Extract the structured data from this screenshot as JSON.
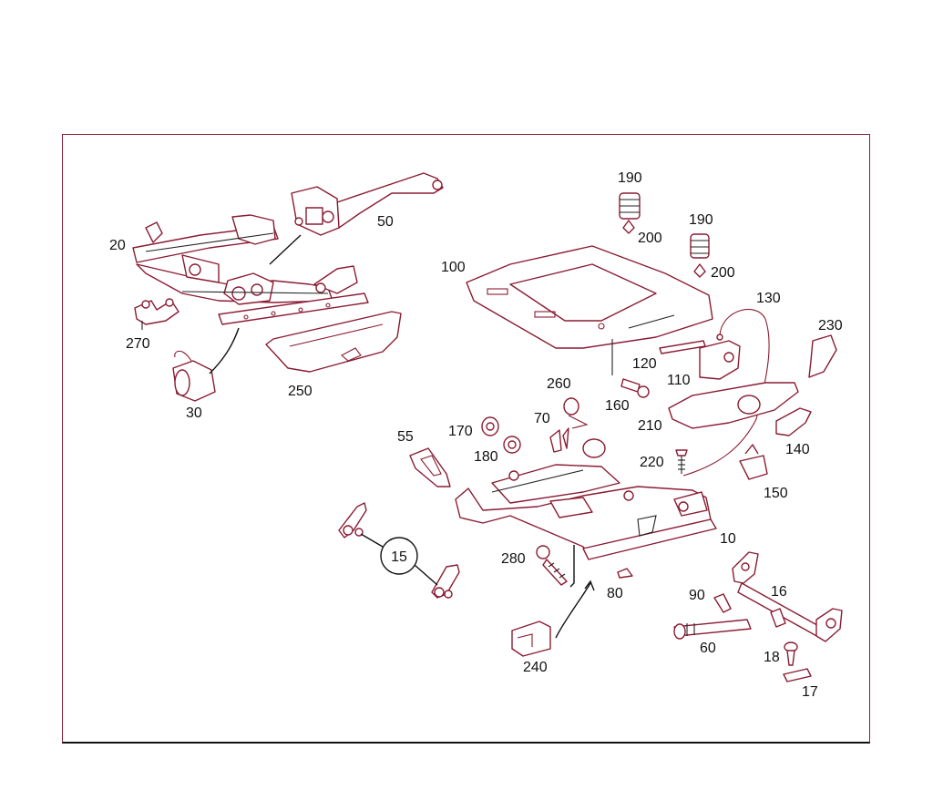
{
  "diagram": {
    "callout_circle": "15",
    "labels": {
      "p10": "10",
      "p16": "16",
      "p17": "17",
      "p18": "18",
      "p20": "20",
      "p30": "30",
      "p50": "50",
      "p55": "55",
      "p60": "60",
      "p70": "70",
      "p80": "80",
      "p90": "90",
      "p100": "100",
      "p110": "110",
      "p120": "120",
      "p130": "130",
      "p140": "140",
      "p150": "150",
      "p160": "160",
      "p170": "170",
      "p180": "180",
      "p190a": "190",
      "p190b": "190",
      "p200a": "200",
      "p200b": "200",
      "p210": "210",
      "p220": "220",
      "p230": "230",
      "p240": "240",
      "p250": "250",
      "p260": "260",
      "p270": "270",
      "p280": "280"
    },
    "colors": {
      "line": "#8a1c33",
      "text": "#111111",
      "background": "#ffffff"
    }
  }
}
